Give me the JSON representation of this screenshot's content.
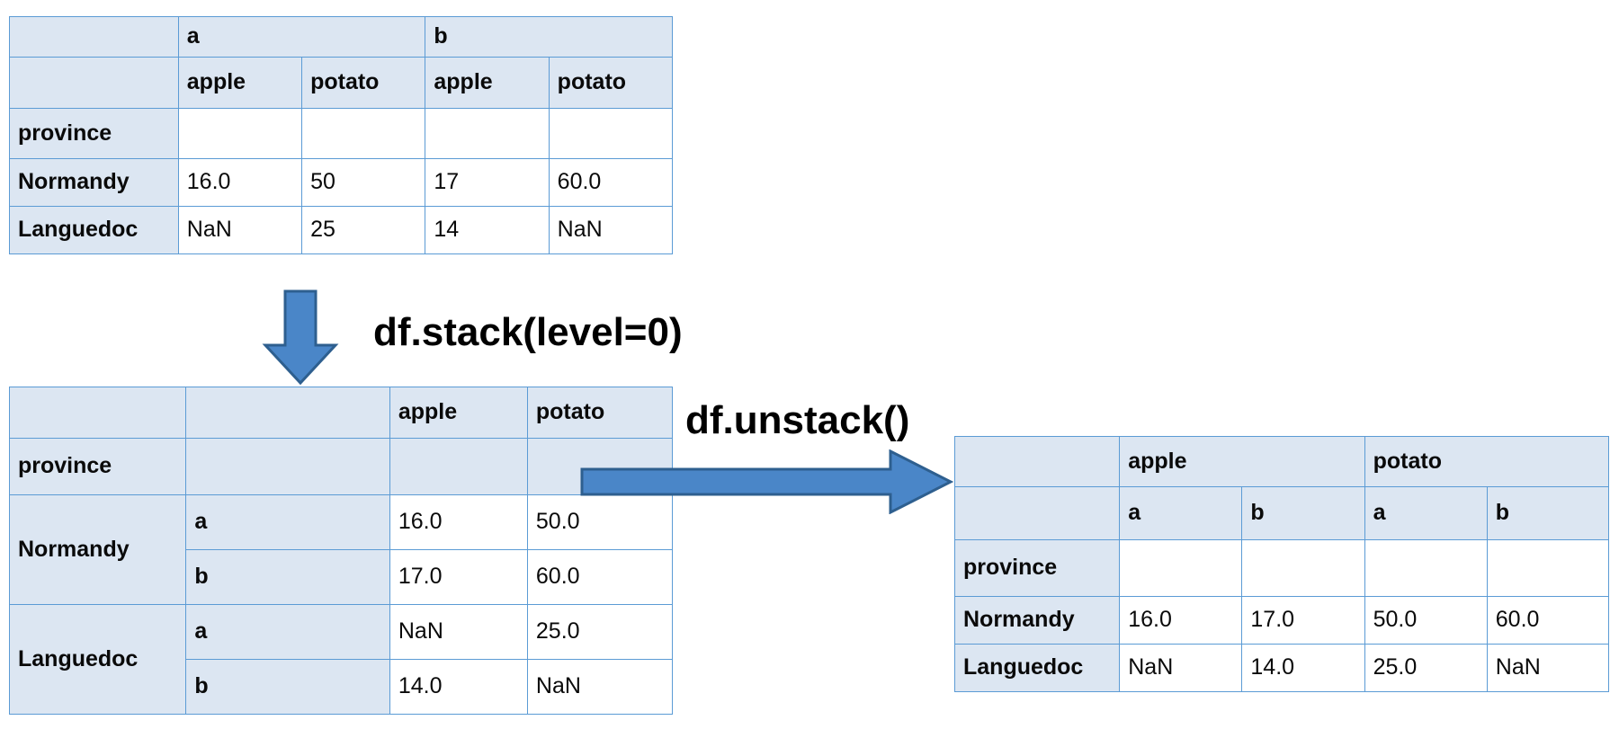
{
  "diagram": {
    "title": "pandas stack and unstack illustration",
    "colors": {
      "header_fill": "#dce6f2",
      "border": "#5b9bd5",
      "thick_border": "#4a86c8",
      "arrow_fill": "#4a86c8",
      "arrow_stroke": "#2e5f8f",
      "level_label": "#b00020",
      "text": "#0a0a0a"
    }
  },
  "operations": {
    "stack": {
      "label": "df.stack(level=0)",
      "arrow": "arrow-down-icon",
      "direction": "down"
    },
    "unstack": {
      "label": "df.unstack()",
      "arrow": "arrow-right-icon",
      "direction": "right"
    }
  },
  "table_original": {
    "name": "original-dataframe",
    "index_name": "province",
    "column_levels": [
      {
        "label": "a",
        "span": 2
      },
      {
        "label": "b",
        "span": 2
      }
    ],
    "sub_columns": [
      "apple",
      "potato",
      "apple",
      "potato"
    ],
    "corner_level0": "",
    "corner_level1": "",
    "rows": [
      {
        "index": "province",
        "cells": [
          "",
          "",
          "",
          ""
        ],
        "is_index_header_row": true
      },
      {
        "index": "Normandy",
        "cells": [
          "16.0",
          "50",
          "17",
          "60.0"
        ],
        "is_index_header_row": false
      },
      {
        "index": "Languedoc",
        "cells": [
          "NaN",
          "25",
          "14",
          "NaN"
        ],
        "is_index_header_row": false
      }
    ]
  },
  "table_stacked": {
    "name": "stacked-dataframe",
    "index_name": "province",
    "columns": [
      "apple",
      "potato"
    ],
    "corner_a": "",
    "corner_b": "",
    "rows": [
      {
        "index": "province",
        "level": "",
        "cells": [
          "",
          ""
        ],
        "is_index_header_row": true
      },
      {
        "index": "Normandy",
        "level": "a",
        "cells": [
          "16.0",
          "50.0"
        ],
        "is_index_header_row": false
      },
      {
        "index": "",
        "level": "b",
        "cells": [
          "17.0",
          "60.0"
        ],
        "is_index_header_row": false
      },
      {
        "index": "Languedoc",
        "level": "a",
        "cells": [
          "NaN",
          "25.0"
        ],
        "is_index_header_row": false
      },
      {
        "index": "",
        "level": "b",
        "cells": [
          "14.0",
          "NaN"
        ],
        "is_index_header_row": false
      }
    ]
  },
  "table_unstacked": {
    "name": "unstacked-dataframe",
    "index_name": "province",
    "column_levels": [
      {
        "label": "apple",
        "span": 2
      },
      {
        "label": "potato",
        "span": 2
      }
    ],
    "sub_columns": [
      "a",
      "b",
      "a",
      "b"
    ],
    "corner_level0": "",
    "corner_level1": "",
    "rows": [
      {
        "index": "province",
        "cells": [
          "",
          "",
          "",
          ""
        ],
        "is_index_header_row": true
      },
      {
        "index": "Normandy",
        "cells": [
          "16.0",
          "17.0",
          "50.0",
          "60.0"
        ],
        "is_index_header_row": false
      },
      {
        "index": "Languedoc",
        "cells": [
          "NaN",
          "14.0",
          "25.0",
          "NaN"
        ],
        "is_index_header_row": false
      }
    ]
  }
}
